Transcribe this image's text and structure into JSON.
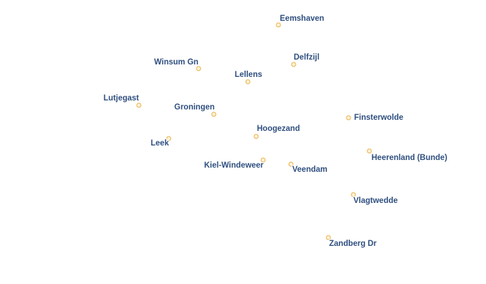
{
  "colors": {
    "label_text": "#2f4f7f",
    "label_halo": "#ffffff",
    "marker_fill": "#fdf3d6",
    "marker_stroke": "#e8b04a",
    "background": "#ffffff"
  },
  "places": [
    {
      "name": "Eemshaven"
    },
    {
      "name": "Delfzijl"
    },
    {
      "name": "Winsum Gn"
    },
    {
      "name": "Lellens"
    },
    {
      "name": "Lutjegast"
    },
    {
      "name": "Groningen"
    },
    {
      "name": "Finsterwolde"
    },
    {
      "name": "Hoogezand"
    },
    {
      "name": "Leek"
    },
    {
      "name": "Heerenland (Bunde)"
    },
    {
      "name": "Kiel-Windeweer"
    },
    {
      "name": "Veendam"
    },
    {
      "name": "Vlagtwedde"
    },
    {
      "name": "Zandberg Dr"
    }
  ]
}
